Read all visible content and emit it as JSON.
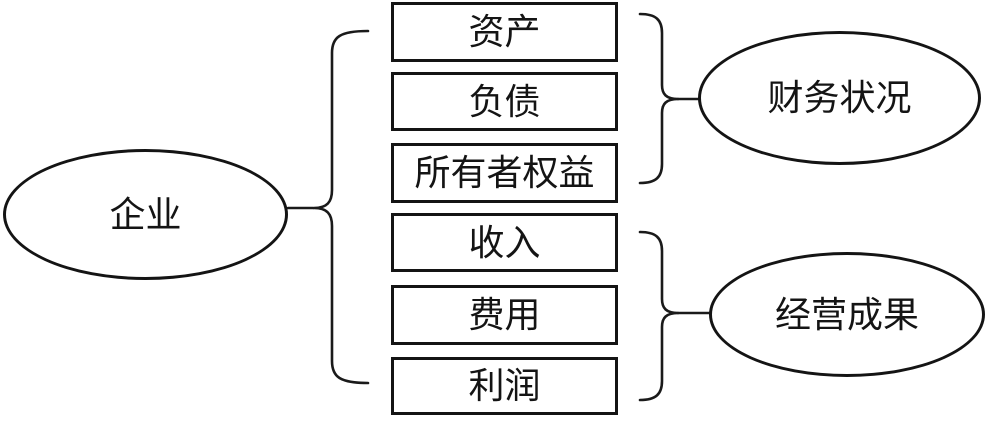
{
  "diagram": {
    "root": {
      "label": "企业"
    },
    "boxes": [
      {
        "label": "资产"
      },
      {
        "label": "负债"
      },
      {
        "label": "所有者权益"
      },
      {
        "label": "收入"
      },
      {
        "label": "费用"
      },
      {
        "label": "利润"
      }
    ],
    "groups": [
      {
        "label": "财务状况"
      },
      {
        "label": "经营成果"
      }
    ],
    "colors": {
      "stroke": "#1a1a1a",
      "background": "#ffffff",
      "text": "#141414"
    }
  }
}
